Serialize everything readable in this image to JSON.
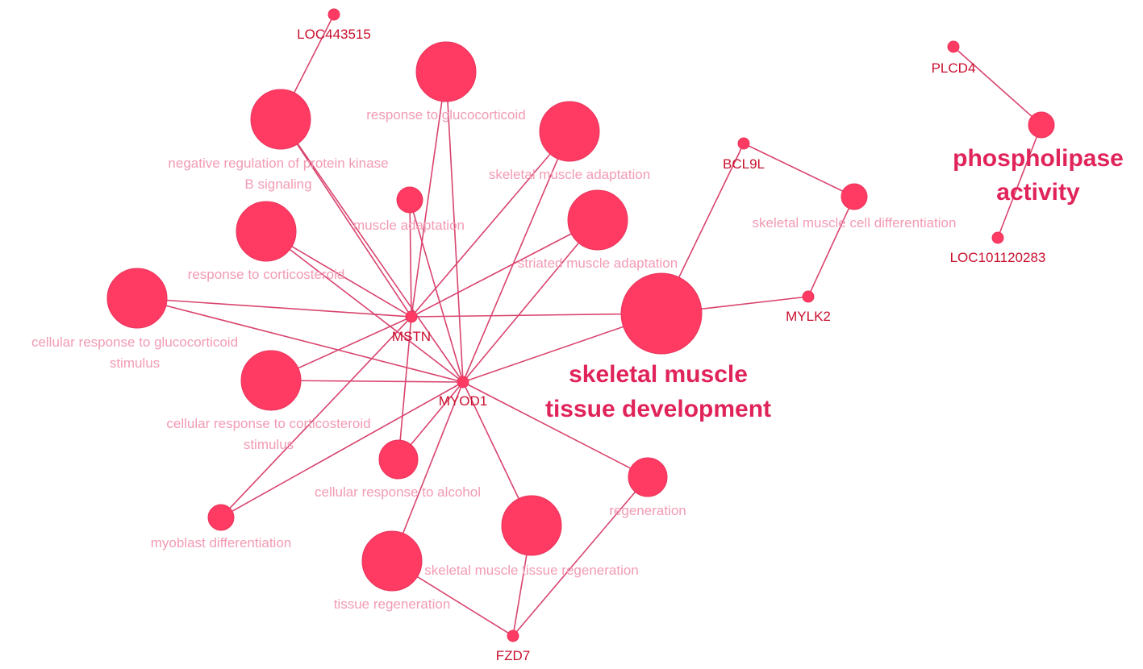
{
  "network": {
    "colors": {
      "node": "#ff3a63",
      "edge": "#d9446e",
      "term_label": "#f29bb3",
      "gene_label": "#c8102e",
      "hub_label": "#e0245a"
    },
    "genes": {
      "loc443515": "LOC443515",
      "plcd4": "PLCD4",
      "bcl9l": "BCL9L",
      "loc101120283": "LOC101120283",
      "mstn": "MSTN",
      "mylk2": "MYLK2",
      "myod1": "MYOD1",
      "fzd7": "FZD7"
    },
    "terms": {
      "response_to_glucocorticoid": "response to glucocorticoid",
      "negative_regulation_pkb_line1": "negative regulation of protein kinase",
      "negative_regulation_pkb_line2": "B signaling",
      "skeletal_muscle_adaptation": "skeletal muscle adaptation",
      "muscle_adaptation": "muscle adaptation",
      "skeletal_muscle_cell_differentiation": "skeletal muscle cell differentiation",
      "striated_muscle_adaptation": "striated muscle adaptation",
      "response_to_corticosteroid": "response to corticosteroid",
      "cellular_response_glucocorticoid_line1": "cellular response to glucocorticoid",
      "cellular_response_glucocorticoid_line2": "stimulus",
      "cellular_response_corticosteroid_line1": "cellular response to corticosteroid",
      "cellular_response_corticosteroid_line2": "stimulus",
      "cellular_response_to_alcohol": "cellular response to alcohol",
      "regeneration": "regeneration",
      "myoblast_differentiation": "myoblast differentiation",
      "skeletal_muscle_tissue_regeneration": "skeletal muscle tissue regeneration",
      "tissue_regeneration": "tissue regeneration"
    },
    "hubs": {
      "phospholipase_line1": "phospholipase",
      "phospholipase_line2": "activity",
      "skeletal_muscle_tissue_dev_line1": "skeletal muscle",
      "skeletal_muscle_tissue_dev_line2": "tissue development"
    }
  }
}
